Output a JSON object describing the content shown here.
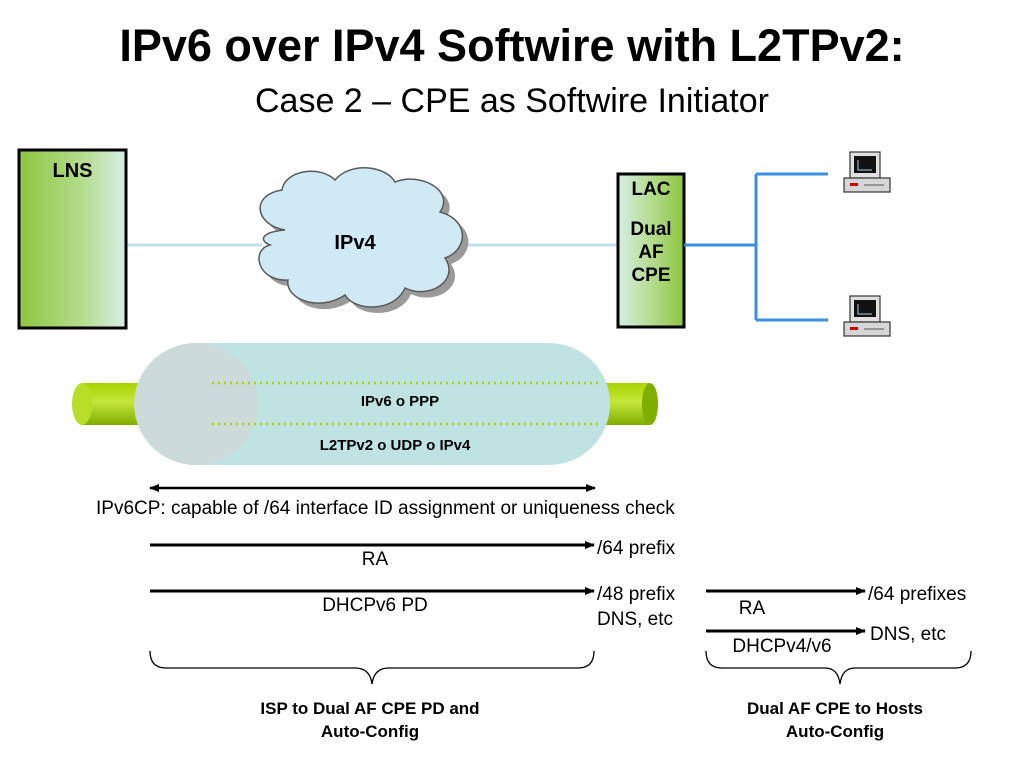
{
  "title": "IPv6 over IPv4 Softwire with L2TPv2:",
  "subtitle": "Case 2 – CPE as Softwire Initiator",
  "nodes": {
    "lns": "LNS",
    "cloud": "IPv4",
    "lac": "LAC",
    "cpe_line1": "Dual",
    "cpe_line2": "AF",
    "cpe_line3": "CPE",
    "host_icon": "computer-icon"
  },
  "tunnel": {
    "inner": "IPv6 o PPP",
    "outer": "L2TPv2 o UDP o IPv4"
  },
  "ipv6cp": "IPv6CP: capable of /64 interface ID assignment or uniqueness check",
  "flows": {
    "ra_label": "RA",
    "ra_result": "/64 prefix",
    "pd_label": "DHCPv6 PD",
    "pd_result_line1": "/48 prefix",
    "pd_result_line2": "DNS, etc",
    "host_ra_label": "RA",
    "host_ra_result": "/64 prefixes",
    "host_dhcp_label": "DHCPv4/v6",
    "host_dhcp_result": "DNS, etc"
  },
  "groups": {
    "isp_line1": "ISP to Dual AF CPE PD and",
    "isp_line2": "Auto-Config",
    "hosts_line1": "Dual AF CPE to Hosts",
    "hosts_line2": "Auto-Config"
  },
  "colors": {
    "box_fill_light": "#d6efe6",
    "box_fill_green": "#8cc63f",
    "cloud_fill": "#cfeaf4",
    "tunnel_fill": "#bfe2e2",
    "pipe_green": "#8ec400",
    "lan_blue": "#3a8fe0",
    "link_line": "#bfe0e8"
  }
}
